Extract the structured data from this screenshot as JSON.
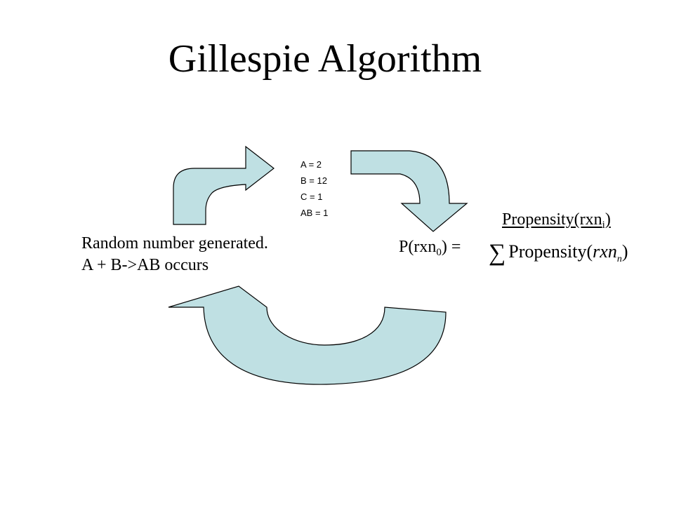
{
  "title": "Gillespie Algorithm",
  "state": [
    {
      "label": "A = 2"
    },
    {
      "label": "B = 12"
    },
    {
      "label": "C = 1"
    },
    {
      "label": "AB = 1"
    }
  ],
  "event": {
    "line1": "Random number generated.",
    "line2": "A + B->AB occurs"
  },
  "probability": {
    "lhs_text": "P(rxn",
    "lhs_sub": "0",
    "lhs_tail": ") =",
    "numerator_text": "Propensity(rxn",
    "numerator_sub": "i",
    "numerator_tail": ")",
    "sum_symbol": "∑",
    "denominator_text": "Propensity",
    "denominator_arg_open": "(",
    "denominator_arg": "rxn",
    "denominator_arg_sub": "n",
    "denominator_arg_close": ")"
  },
  "colors": {
    "arrow_fill": "#bfe0e3",
    "arrow_stroke": "#000000"
  }
}
